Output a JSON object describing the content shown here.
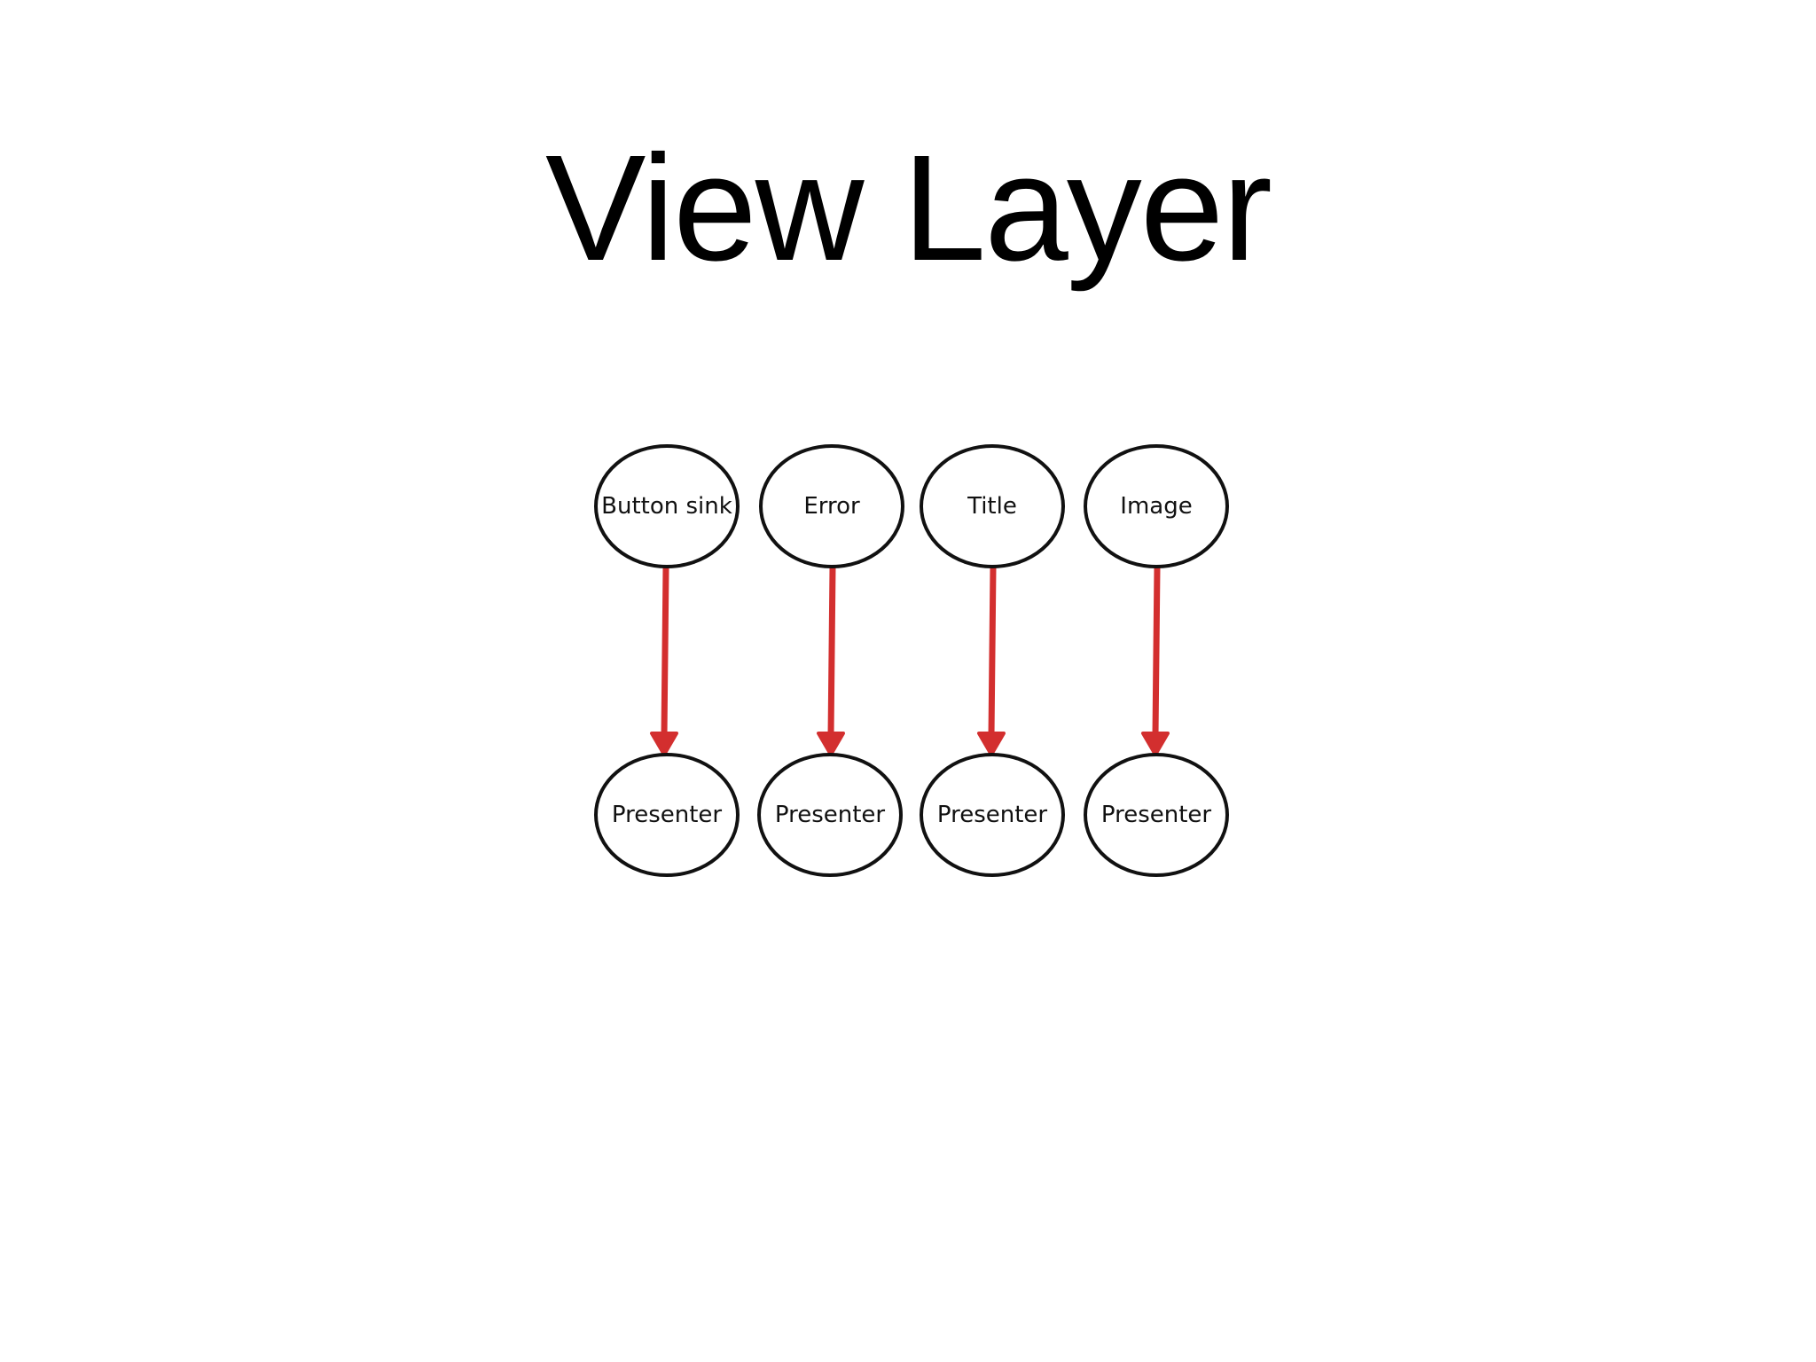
{
  "slide": {
    "title": "View Layer"
  },
  "diagram": {
    "arrow_color": "#d32f2f",
    "node_stroke": "#111111",
    "columns": [
      {
        "source": "Button sink",
        "target": "Presenter"
      },
      {
        "source": "Error",
        "target": "Presenter"
      },
      {
        "source": "Title",
        "target": "Presenter"
      },
      {
        "source": "Image",
        "target": "Presenter"
      }
    ]
  }
}
